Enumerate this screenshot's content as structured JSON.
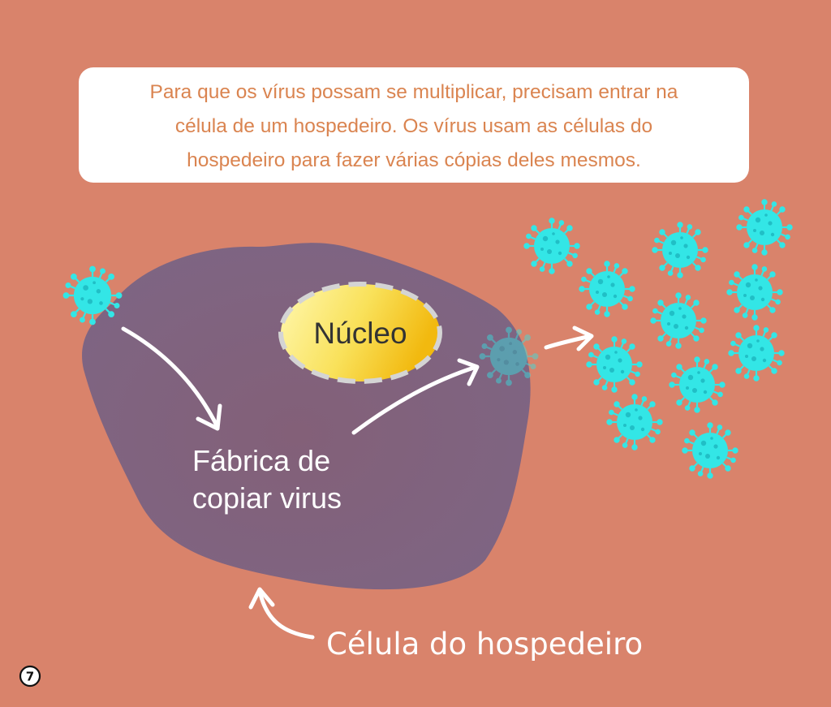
{
  "caption": {
    "line1": "Para que os vírus possam se multiplicar, precisam entrar na",
    "line2": "célula de um hospedeiro. Os vírus usam as células do",
    "line3": "hospedeiro para fazer várias cópias deles mesmos."
  },
  "labels": {
    "nucleus": "Núcleo",
    "factory_line1": "Fábrica de",
    "factory_line2": "copiar virus",
    "host_cell": "Célula do hospedeiro"
  },
  "page_number": "7",
  "colors": {
    "background": "#D9836B",
    "cell": "#7E6583",
    "virus": "#33E6E6",
    "nucleus_light": "#FFF8B0",
    "nucleus_dark": "#F2C21A",
    "caption_text": "#DA8450"
  },
  "icons": {
    "virus": "coronavirus-icon",
    "arrow": "curved-arrow-icon"
  }
}
